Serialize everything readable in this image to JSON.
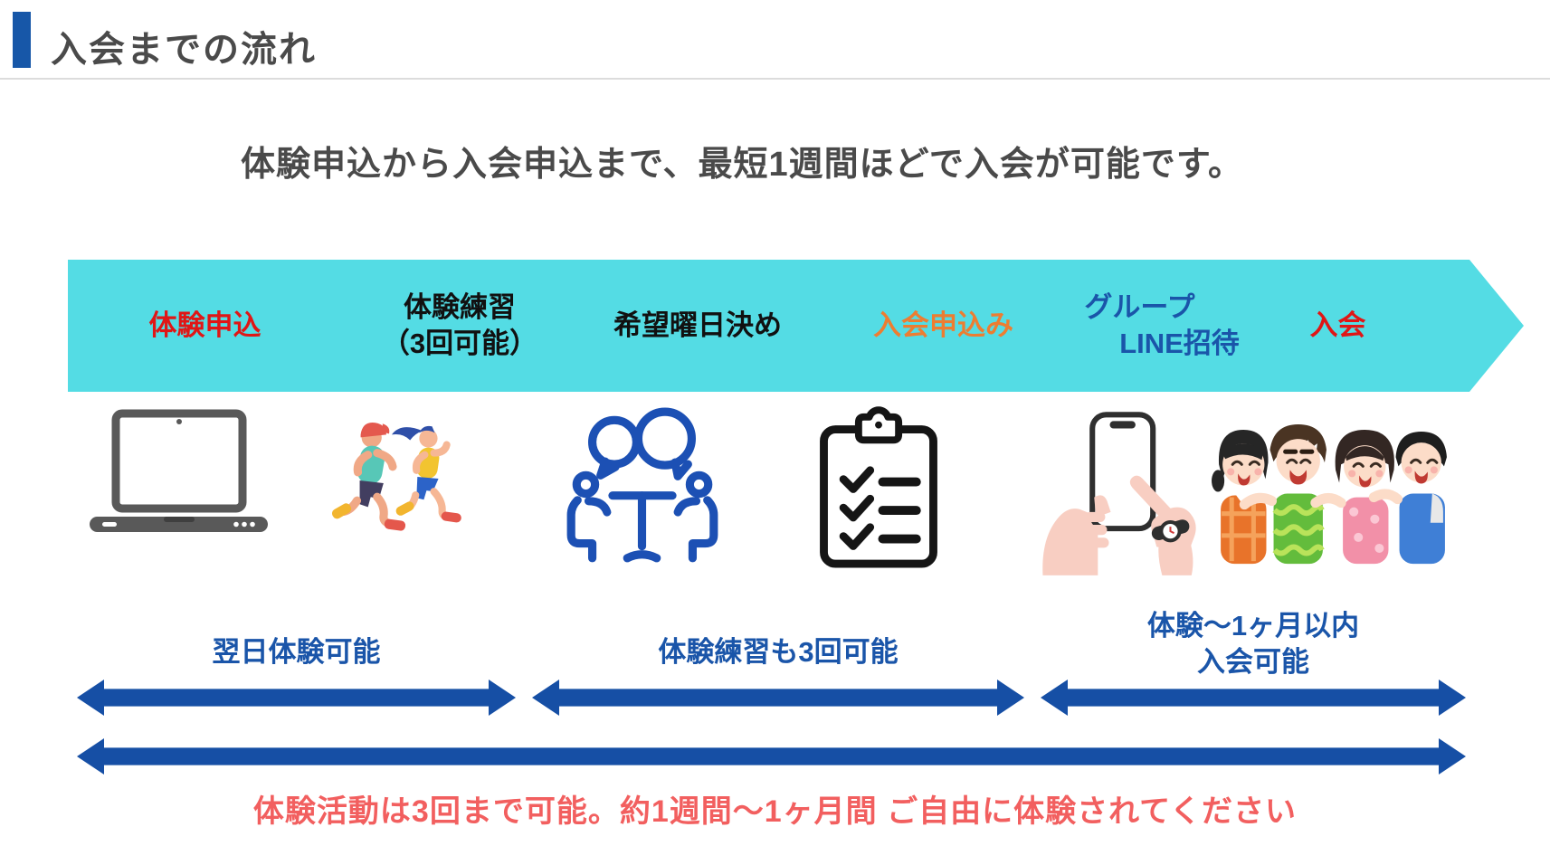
{
  "colors": {
    "accent_blue": "#1757A8",
    "band_cyan": "#54DCE4",
    "arrow_blue": "#164FA5",
    "label_blue": "#1A55A9",
    "step_red": "#E01616",
    "step_black": "#111111",
    "step_orange": "#ED7D31",
    "note_red": "#F25F5F",
    "title_gray": "#4A4A4A"
  },
  "header": {
    "title": "入会までの流れ"
  },
  "subtitle": "体験申込から入会申込まで、最短1週間ほどで入会が可能です。",
  "flow_steps": [
    {
      "line1": "体験申込",
      "line2": "",
      "color": "#E01616"
    },
    {
      "line1": "体験練習",
      "line2": "（3回可能）",
      "color": "#111111"
    },
    {
      "line1": "希望曜日決め",
      "line2": "",
      "color": "#111111"
    },
    {
      "line1": "入会申込み",
      "line2": "",
      "color": "#ED7D31"
    },
    {
      "line1": "グループ",
      "line2": "LINE招待",
      "color": "#1A55A9"
    },
    {
      "line1": "入会",
      "line2": "",
      "color": "#E01616"
    }
  ],
  "icons": [
    {
      "name": "laptop-icon"
    },
    {
      "name": "runners-icon"
    },
    {
      "name": "meeting-discussion-icon"
    },
    {
      "name": "checklist-clipboard-icon"
    },
    {
      "name": "hand-smartphone-icon"
    },
    {
      "name": "friends-group-icon"
    }
  ],
  "phase_labels": [
    {
      "line1": "翌日体験可能",
      "line2": ""
    },
    {
      "line1": "体験練習も3回可能",
      "line2": ""
    },
    {
      "line1": "体験〜1ヶ月以内",
      "line2": "入会可能"
    }
  ],
  "bottom_note": "体験活動は3回まで可能。約1週間〜1ヶ月間 ご自由に体験されてください"
}
